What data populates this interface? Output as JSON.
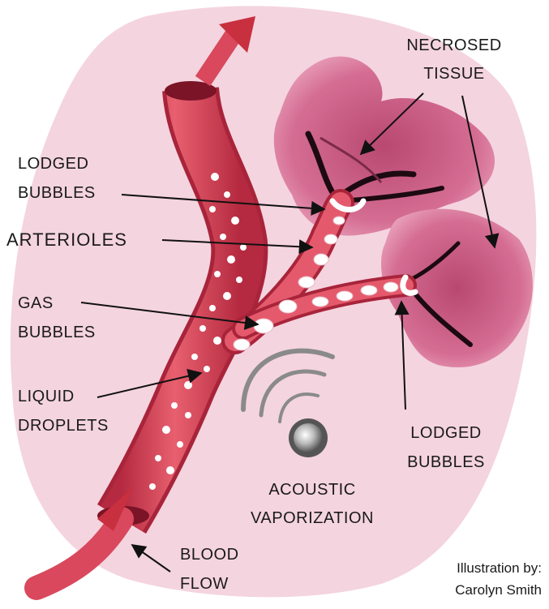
{
  "labels": {
    "necrosed_tissue_1": "NECROSED",
    "necrosed_tissue_2": "TISSUE",
    "lodged_bubbles_top_1": "LODGED",
    "lodged_bubbles_top_2": "BUBBLES",
    "arterioles": "ARTERIOLES",
    "gas_bubbles_1": "GAS",
    "gas_bubbles_2": "BUBBLES",
    "liquid_droplets_1": "LIQUID",
    "liquid_droplets_2": "DROPLETS",
    "lodged_bubbles_bottom_1": "LODGED",
    "lodged_bubbles_bottom_2": "BUBBLES",
    "acoustic_vaporization_1": "ACOUSTIC",
    "acoustic_vaporization_2": "VAPORIZATION",
    "blood_flow_1": "BLOOD",
    "blood_flow_2": "FLOW"
  },
  "credit": {
    "line1": "Illustration by:",
    "line2": "Carolyn Smith"
  },
  "colors": {
    "background_blob": "#f3d3de",
    "vessel": "#d9485c",
    "vessel_dark": "#a8243a",
    "tissue": "#c9577f",
    "tissue_light": "#de8aa8",
    "bubble": "#ffffff"
  }
}
